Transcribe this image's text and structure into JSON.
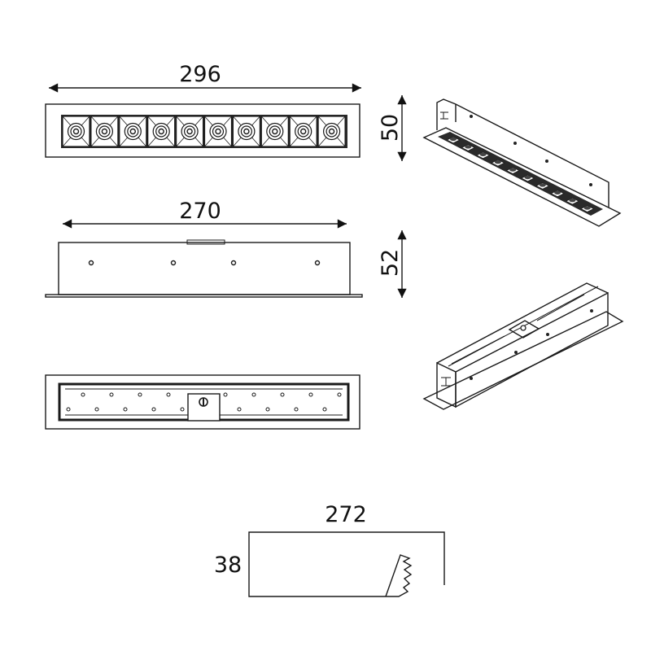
{
  "dimensions": {
    "top_width": "296",
    "top_height": "50",
    "side_width": "270",
    "side_height": "52",
    "cutout_width": "272",
    "cutout_height": "38"
  },
  "colors": {
    "line": "#1a1a1a",
    "fill_dark": "#2a2a2a"
  }
}
